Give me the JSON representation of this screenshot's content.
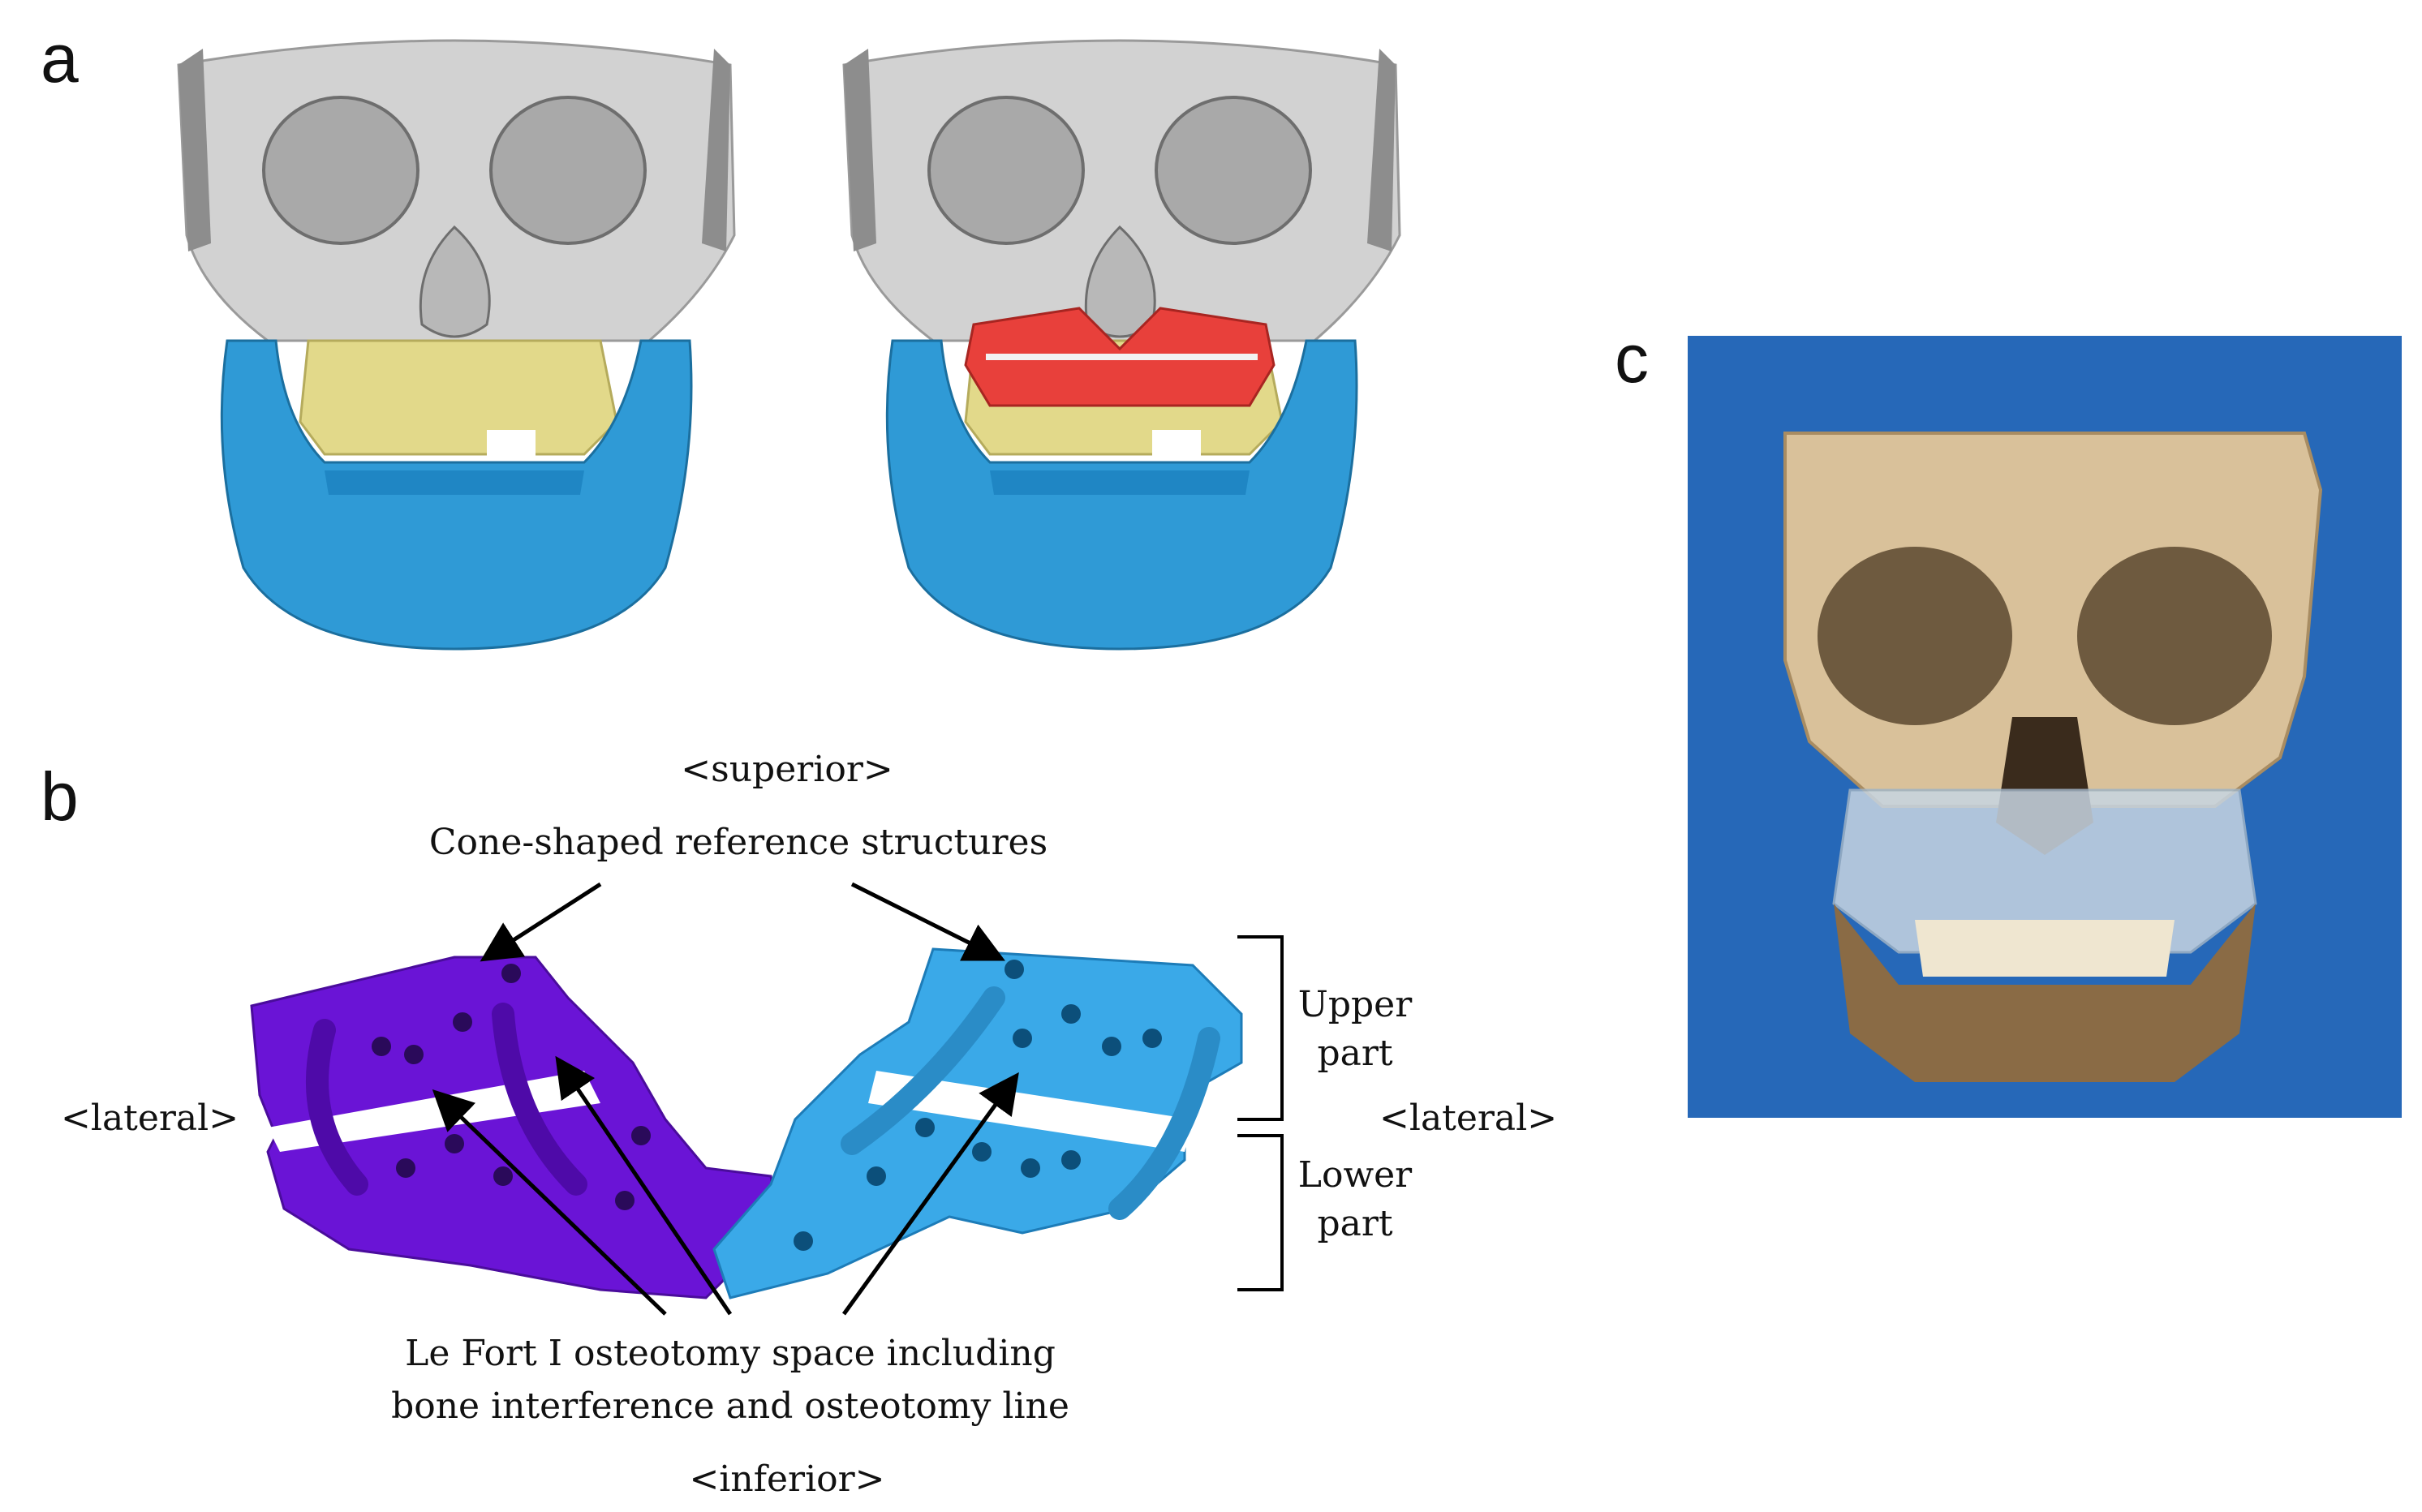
{
  "panels": {
    "a": {
      "letter": "a",
      "colors": {
        "skull": "#d2d2d2",
        "maxilla": "#e2d98a",
        "mandible": "#2f9ad6",
        "guide": "#e8403b"
      }
    },
    "b": {
      "letter": "b",
      "directions": {
        "superior": "<superior>",
        "inferior": "<inferior>",
        "lateral_left": "<lateral>",
        "lateral_right": "<lateral>"
      },
      "annotations": {
        "cones": "Cone-shaped reference structures",
        "osteotomy_line1": "Le Fort I osteotomy space including",
        "osteotomy_line2": "bone interference and osteotomy line"
      },
      "parts": {
        "upper_line1": "Upper",
        "upper_line2": "part",
        "lower_line1": "Lower",
        "lower_line2": "part"
      },
      "colors": {
        "left_guide": "#6a14d6",
        "right_guide": "#3aa9e8"
      }
    },
    "c": {
      "letter": "c",
      "colors": {
        "background": "#2668b8",
        "bone": "#d9c19a"
      }
    }
  }
}
